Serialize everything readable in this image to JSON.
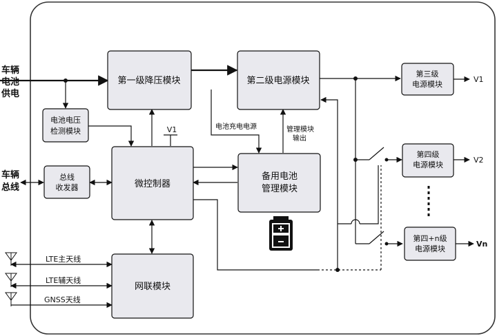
{
  "blocks": {
    "stage1_buck": "第一级降压模块",
    "stage2_power": "第二级电源模块",
    "stage3_line1": "第三级",
    "stage3_line2": "电源模块",
    "stage4_line1": "第四级",
    "stage4_line2": "电源模块",
    "stage4n_line1": "第四+n级",
    "stage4n_line2": "电源模块",
    "voltage_detect_line1": "电池电压",
    "voltage_detect_line2": "检测模块",
    "bus_transceiver_line1": "总线",
    "bus_transceiver_line2": "收发器",
    "mcu": "微控制器",
    "backup_battery_line1": "备用电池",
    "backup_battery_line2": "管理模块",
    "network": "网联模块"
  },
  "inputs": {
    "vehicle_power": [
      "车辆",
      "电池",
      "供电"
    ],
    "vehicle_bus": [
      "车辆",
      "总线"
    ]
  },
  "labels": {
    "battery_charge": "电池充电电源",
    "mgmt_output_line1": "管理模块",
    "mgmt_output_line2": "输出",
    "v1_mcu": "V1",
    "lte_main": "LTE主天线",
    "lte_aux": "LTE辅天线",
    "gnss": "GNSS天线"
  },
  "outputs": {
    "v1": "V1",
    "v2": "V2",
    "vn": "Vn"
  },
  "icons": {
    "battery": "battery-icon",
    "antenna": "antenna-icon"
  }
}
